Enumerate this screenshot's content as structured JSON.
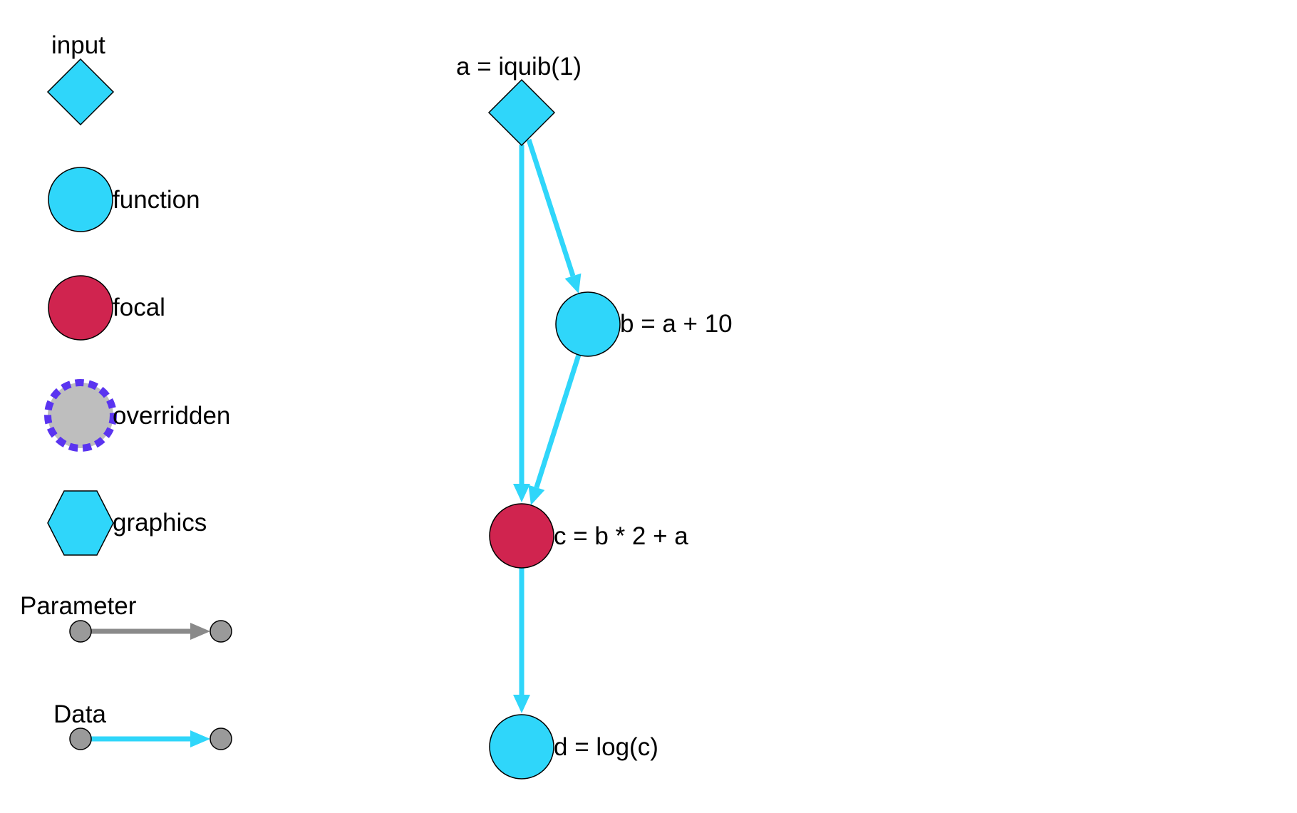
{
  "colors": {
    "input": "#2fd6fa",
    "function": "#2fd6fa",
    "focal": "#d0244f",
    "overridden_fill": "#bebebe",
    "overridden_ring": "#5a34f0",
    "graphics": "#2fd6fa",
    "parameter_edge": "#8a8a8a",
    "data_edge": "#2fd6fa",
    "legend_endpoint": "#9a9a9a",
    "outline": "#000000"
  },
  "legend": {
    "node_types": [
      {
        "key": "input",
        "label": "input",
        "shape": "diamond"
      },
      {
        "key": "function",
        "label": "function",
        "shape": "circle"
      },
      {
        "key": "focal",
        "label": "focal",
        "shape": "circle"
      },
      {
        "key": "overridden",
        "label": "overridden",
        "shape": "dashed-ring-circle"
      },
      {
        "key": "graphics",
        "label": "graphics",
        "shape": "hexagon"
      }
    ],
    "edge_types": [
      {
        "key": "parameter",
        "label": "Parameter"
      },
      {
        "key": "data",
        "label": "Data"
      }
    ]
  },
  "graph": {
    "nodes": [
      {
        "id": "a",
        "label": "a = iquib(1)",
        "type": "input"
      },
      {
        "id": "b",
        "label": "b = a + 10",
        "type": "function"
      },
      {
        "id": "c",
        "label": "c = b * 2 + a",
        "type": "focal"
      },
      {
        "id": "d",
        "label": "d = log(c)",
        "type": "function"
      }
    ],
    "edges": [
      {
        "from": "a",
        "to": "c",
        "type": "data"
      },
      {
        "from": "a",
        "to": "b",
        "type": "data"
      },
      {
        "from": "b",
        "to": "c",
        "type": "data"
      },
      {
        "from": "c",
        "to": "d",
        "type": "data"
      }
    ]
  }
}
